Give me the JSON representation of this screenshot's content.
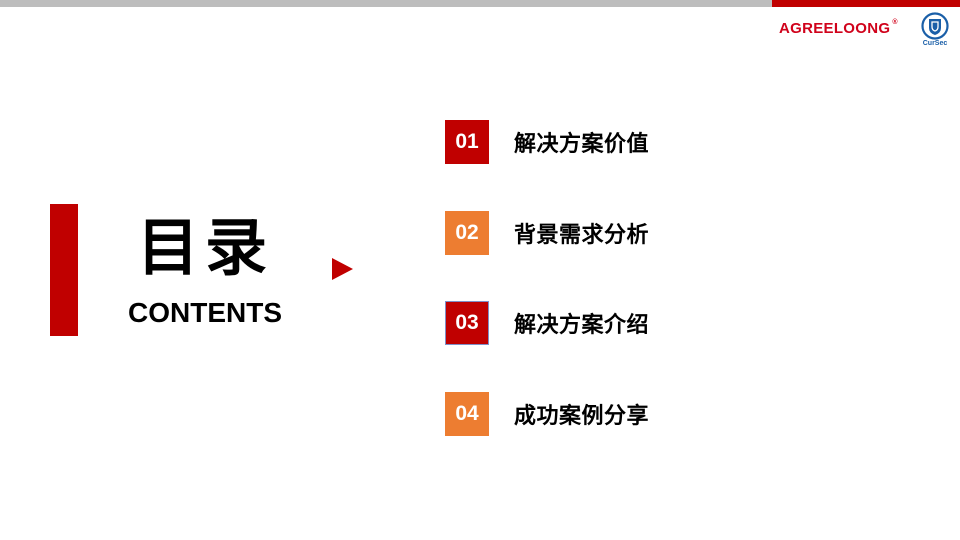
{
  "header": {
    "brand": "AGREELOONG",
    "brand_mark": "®",
    "logo_text": "CurSec",
    "colors": {
      "top_bar_gray": "#bdbdbd",
      "top_bar_red": "#c00000",
      "brand_red": "#d0021b",
      "logo_blue": "#1a5fa8"
    }
  },
  "title": {
    "cn": "目录",
    "en": "CONTENTS"
  },
  "items": [
    {
      "num": "01",
      "label": "解决方案价值",
      "color": "#c00000"
    },
    {
      "num": "02",
      "label": "背景需求分析",
      "color": "#ed7d31"
    },
    {
      "num": "03",
      "label": "解决方案介绍",
      "color": "#c00000"
    },
    {
      "num": "04",
      "label": "成功案例分享",
      "color": "#ed7d31"
    }
  ]
}
